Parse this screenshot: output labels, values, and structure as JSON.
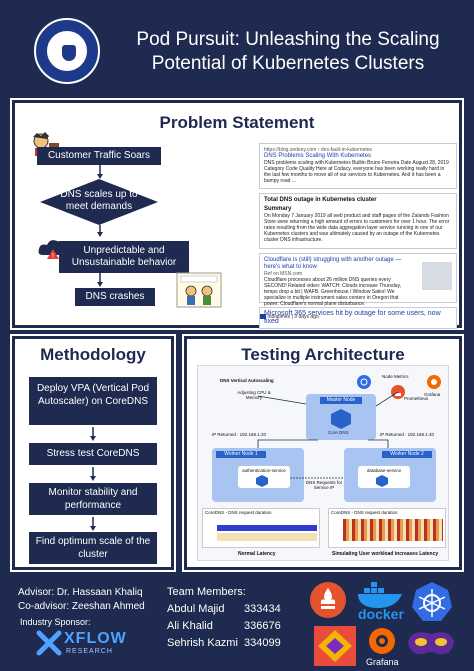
{
  "header": {
    "title": "Pod Pursuit: Unleashing the Scaling Potential of Kubernetes Clusters"
  },
  "problem": {
    "title": "Problem Statement",
    "flow": [
      "Customer Traffic Soars",
      "DNS scales up to meet demands",
      "Unpredictable and Unsustainable behavior",
      "DNS crashes"
    ],
    "cards": {
      "c1": {
        "url": "https://blog.zedeey.com › dns-fault-in-kubernetes",
        "heading": "DNS Problems Scaling With Kubernetes",
        "body": "DNS problems scaling with Kubernetes Builtin Bruno Ferreira Date August 28, 2019 Category Code Quality Here at Codacy, everyone has been working really hard in the last few months to move all of our services to Kubernetes. And it has been a bumpy road ..."
      },
      "c2": {
        "heading": "Total DNS outage in Kubernetes cluster",
        "sub": "Summary",
        "body": "On Monday 7 January 2019 all web product and staff pages of the Zalando Fashion Store were returning a high amount of errors to customers for over 1 hour. The error rates resulting from the wide data aggregation layer service running in one of our Kubernetes clusters and was ultimately caused by an outage of the Kubernetes cluster DNS infrastructure."
      },
      "c3": {
        "heading": "Cloudflare is (still) struggling with another outage — here's what to know",
        "source": "Ref on MSN.com",
        "body": "Cloudflare processes about 26 million DNS queries every SECOND! Related video: WATCH: Clouds increase Thursday, temps drop a bit | WAFB. Greenhouse / Window Sales! We specialize in multiple instrument sales centers in Oregon that power. Cloudflare's normal plane disturbance."
      },
      "c4": {
        "heading": "Microsoft 365 services hit by outage for some users, now fixed",
        "source": "Indiatimes",
        "age": "9 days ago"
      }
    }
  },
  "methodology": {
    "title": "Methodology",
    "steps": [
      "Deploy VPA (Vertical Pod Autoscaler) on CoreDNS",
      "Stress test CoreDNS",
      "Monitor stability and performance",
      "Find optimum scale of the cluster"
    ]
  },
  "testing": {
    "title": "Testing Architecture",
    "labels": {
      "vpa": "DNS Vertical Autoscaling",
      "vpa_sub": "Adjusting CPU & Memory",
      "node_metrics": "Node Metrics",
      "prometheus": "Prometheus",
      "grafana": "Grafana",
      "master": "Master Node",
      "coredns": "Core DNS",
      "ip1": "IP Returned : 192.168.1.20",
      "ip2": "IP Returned : 192.168.1.40",
      "worker1": "Worker Node 1",
      "worker2": "Worker Node 2",
      "auth": "authentication-service",
      "db": "database-service",
      "dns_req": "DNS Requests for Service IP",
      "chart1_title": "CoreDNS - DNS request duration",
      "chart2_title": "CoreDNS - DNS request duration",
      "normal": "Normal Latency",
      "simulated": "Simulating User workload increases Latency"
    }
  },
  "footer": {
    "advisor": "Advisor: Dr. Hassaan Khaliq",
    "coadvisor": "Co-advisor: Zeeshan Ahmed",
    "sponsor_label": "Industry Sponsor:",
    "sponsor_name": "XFLOW",
    "sponsor_sub": "RESEARCH",
    "team_label": "Team Members:",
    "members": [
      {
        "name": "Abdul Majid",
        "id": "333434"
      },
      {
        "name": "Ali Khalid",
        "id": "336676"
      },
      {
        "name": "Sehrish Kazmi",
        "id": "334099"
      }
    ],
    "logo_docker": "docker",
    "logo_grafana": "Grafana"
  },
  "colors": {
    "navy": "#1e2a4f",
    "blue": "#2a62c9",
    "orange": "#e6522c"
  }
}
